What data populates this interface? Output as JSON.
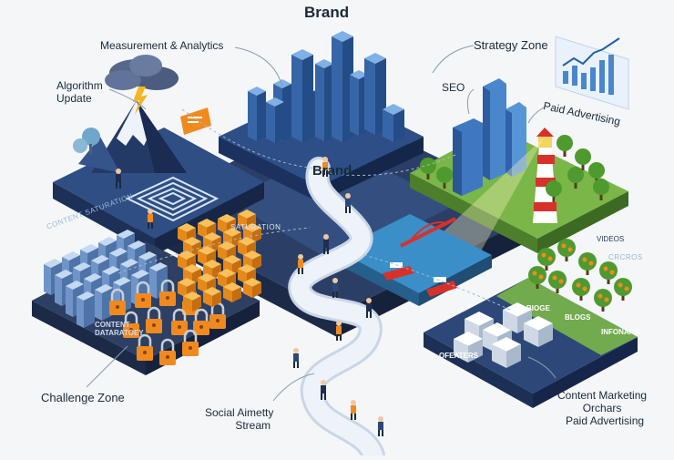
{
  "colors": {
    "background": "#f4f6f8",
    "board_dark": "#1f2f52",
    "board_mid": "#2d4878",
    "city_top": "#3d6fb1",
    "water": "#3a8fc8",
    "grass": "#7ab648",
    "path": "#dfe6ef",
    "accent_orange": "#f08a1e",
    "lighthouse_red": "#d8312a"
  },
  "labels": {
    "brand_top": "Brand",
    "brand_center": "Brand",
    "measurement": "Measurement & Analytics",
    "algorithm_line1": "Algorithm",
    "algorithm_line2": "Update",
    "strategy_zone": "Strategy Zone",
    "seo": "SEO",
    "paid_advertising_top": "Paid Advertising",
    "content_saturation_faint": "CONTENT SATURATION",
    "saturation": "SATURATION",
    "content_dataratoey_line1": "CONTENT",
    "content_dataratoey_line2": "DATARATOEY",
    "challenge_zone": "Challenge Zone",
    "social_line1": "Social Aimetty",
    "social_line2": "Stream",
    "videos": "VIDEOS",
    "crcros": "CRCROS",
    "blogs_left": "BIOGE",
    "blogs": "BLOGS",
    "infonars": "INFONARS",
    "ofeaters": "OFEATERS",
    "content_marketing_line1": "Content Marketing",
    "content_marketing_line2": "Orchars",
    "content_marketing_line3": "Paid Advertising"
  }
}
